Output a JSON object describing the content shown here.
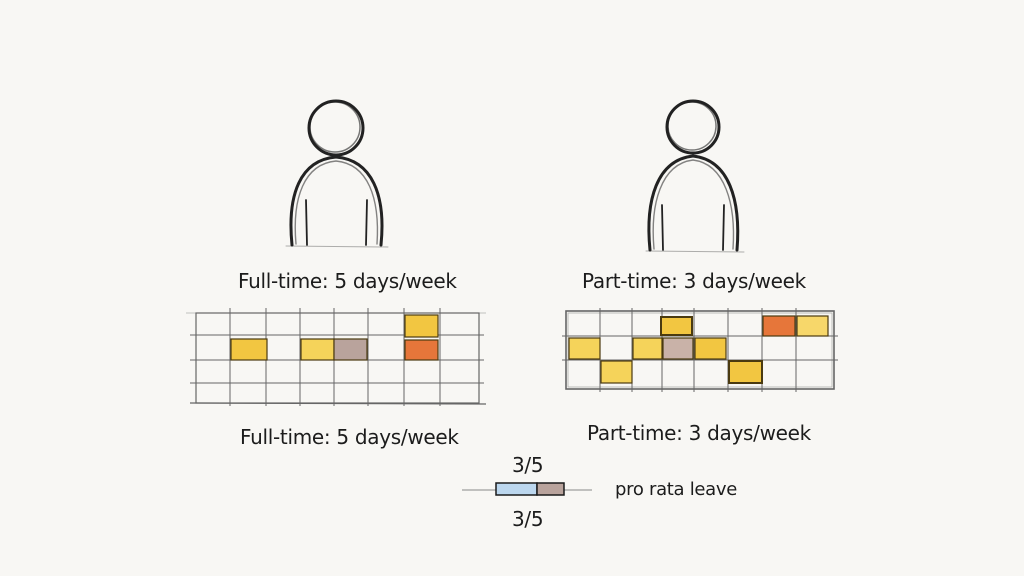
{
  "people": [
    {
      "caption_top": "Full-time: 5 days/week",
      "caption_bottom": "Full-time: 5 days/week",
      "days_per_week": 5
    },
    {
      "caption_top": "Part-time: 3 days/week",
      "caption_bottom": "Part-time: 3 days/week",
      "days_per_week": 3
    }
  ],
  "ratio": {
    "numerator_label": "3/5",
    "denominator_label": "3/5",
    "fraction": 0.6
  },
  "legend_text": "pro rata leave",
  "colors": {
    "yellow": "#f2c641",
    "orange": "#e6763a",
    "taupe": "#b9a39c",
    "blue": "#bcd7ee",
    "pencil": "#2a2a2a"
  }
}
